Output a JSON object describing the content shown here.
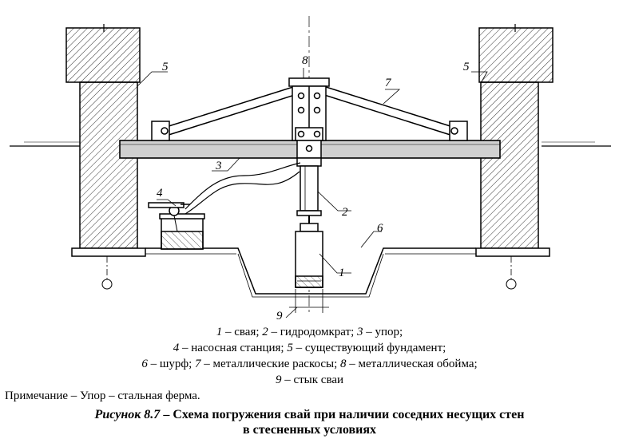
{
  "labels": {
    "l1": "1",
    "l2": "2",
    "l3": "3",
    "l4": "4",
    "l5a": "5",
    "l5b": "5",
    "l6": "6",
    "l7": "7",
    "l8": "8",
    "l9": "9"
  },
  "legend": {
    "line1": [
      {
        "num": "1",
        "text": " – свая; "
      },
      {
        "num": "2",
        "text": " – гидродомкрат; "
      },
      {
        "num": "3",
        "text": " – упор;"
      }
    ],
    "line2": [
      {
        "num": "4",
        "text": " – насосная станция; "
      },
      {
        "num": "5",
        "text": " – существующий фундамент;"
      }
    ],
    "line3": [
      {
        "num": "6",
        "text": " – шурф; "
      },
      {
        "num": "7",
        "text": " – металлические раскосы; "
      },
      {
        "num": "8",
        "text": " – металлическая обойма;"
      }
    ],
    "line4": [
      {
        "num": "9",
        "text": " – стык сваи"
      }
    ]
  },
  "note": "Примечание – Упор – стальная ферма.",
  "caption": {
    "fig_no": "Рисунок 8.7",
    "title_1": " – Схема погружения свай при наличии соседних несущих стен",
    "title_2": "в стесненных условиях"
  }
}
